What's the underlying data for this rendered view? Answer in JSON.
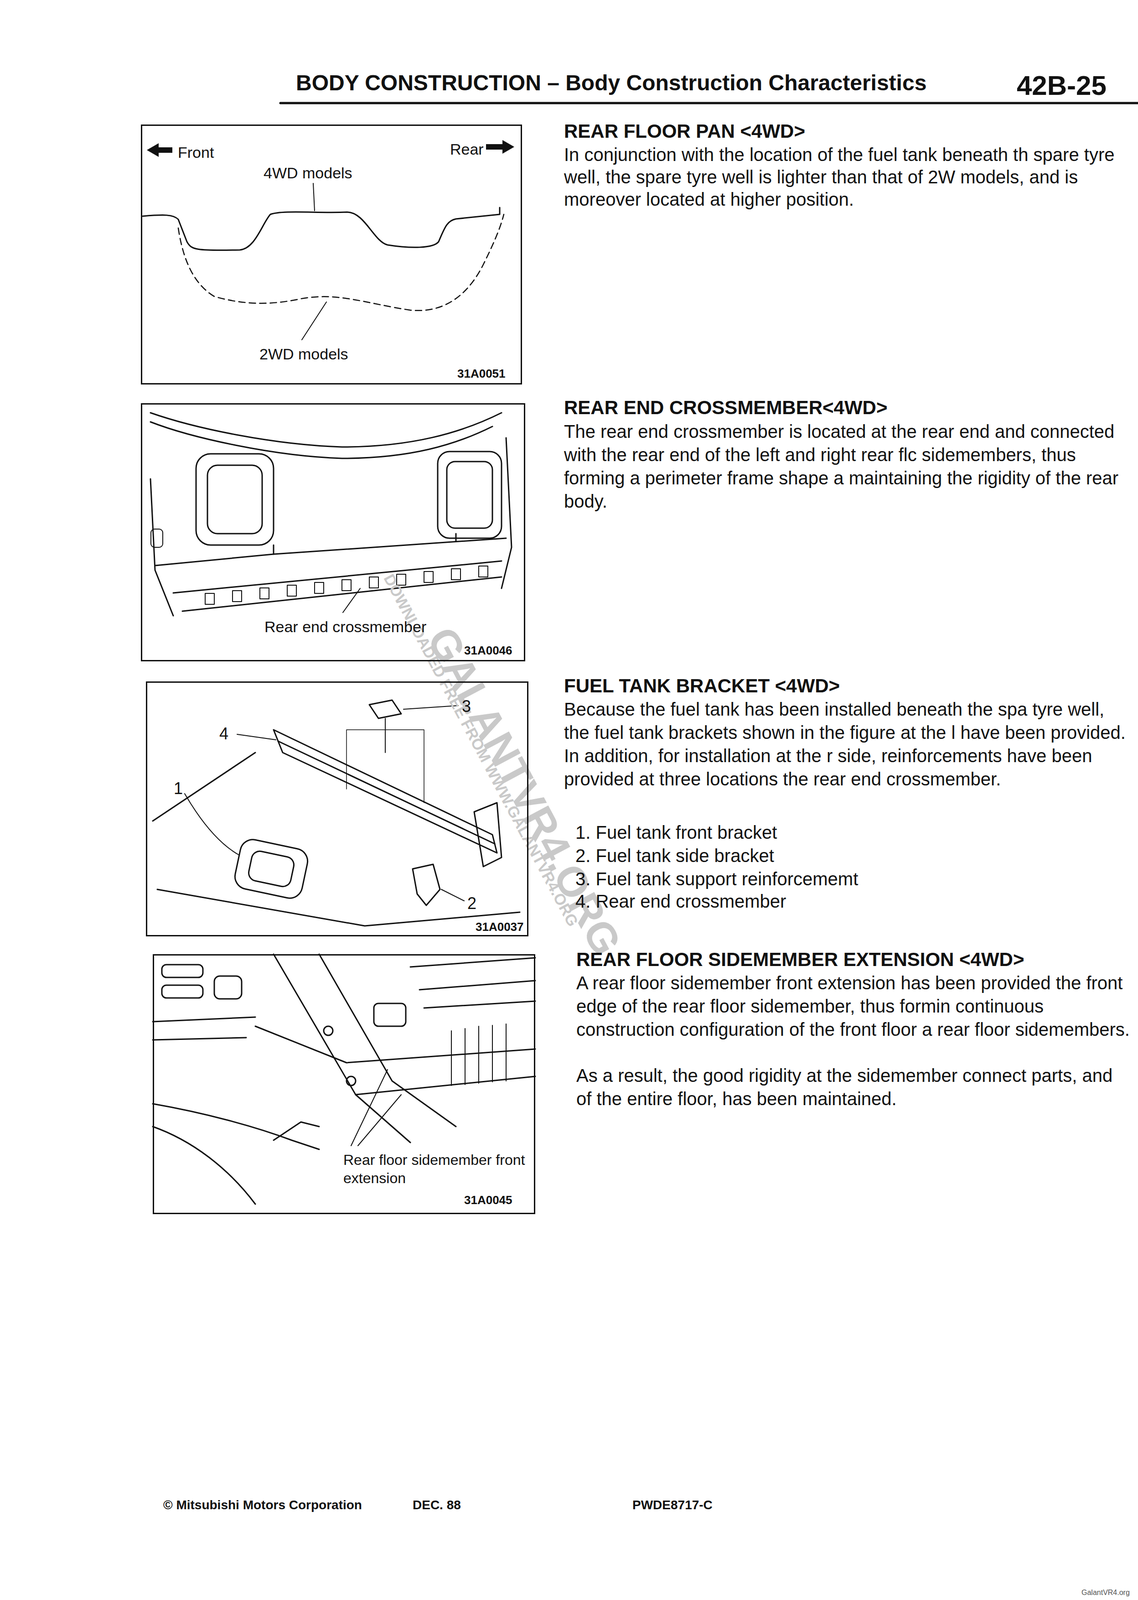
{
  "diagram": {
    "title": "BODY CONSTRUCTION – Body Construction Characteristics",
    "nodes": [
      {
        "text": [
          "Front",
          "Rear",
          "4WD models",
          "2WD models",
          "31A0051"
        ]
      },
      {
        "text": [
          "Rear end crossmember",
          "31A0046"
        ]
      },
      {
        "text": [
          "1",
          "2",
          "3",
          "4",
          "31A0037"
        ]
      },
      {
        "text": [
          "Rear floor sidemember front extension",
          "31A0045"
        ]
      }
    ],
    "labels": [
      "42B-25",
      "REAR FLOOR PAN <4WD>",
      "In conjunction with the location of the fuel tank beneath th spare tyre well, the spare tyre well is lighter than that of 2W models, and is moreover located at higher position.",
      "REAR END CROSSMEMBER<4WD>",
      "The rear end crossmember is located at the rear end and connected with the rear end of the left and right rear flc sidemembers, thus forming a perimeter frame shape a maintaining the rigidity of the rear body.",
      "FUEL TANK BRACKET <4WD>",
      "Because the fuel tank has been installed beneath the spa tyre well, the fuel tank brackets shown in the figure at the l have been provided. In addition, for installation at the r side, reinforcements have been provided at three locations the rear end crossmember.",
      "1. Fuel tank front bracket",
      "2. Fuel tank side bracket",
      "3. Fuel tank support reinforcememt",
      "4. Rear end crossmember",
      "REAR FLOOR SIDEMEMBER EXTENSION <4WD>",
      "A rear floor sidemember front extension has been provided the front edge of the rear floor sidemember, thus formin continuous construction configuration of the front floor a rear floor sidemembers.",
      "As a result, the good rigidity at the sidemember connect parts, and of the entire floor, has been maintained.",
      "© Mitsubishi Motors Corporation",
      "DEC. 88",
      "PWDE8717-C",
      "GALANTVR4.ORG",
      "DOWNLOADED FREE FROM WWW.GALANTVR4.ORG",
      "GalantVR4.org"
    ]
  }
}
